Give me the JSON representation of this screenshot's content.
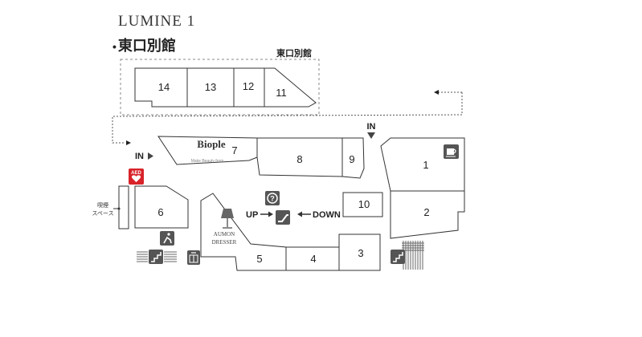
{
  "floor": {
    "title": "LUMINE 1"
  },
  "section": {
    "title": "東口別館",
    "bullet": "•"
  },
  "annex": {
    "label": "東口別館"
  },
  "units": {
    "u1": "1",
    "u2": "2",
    "u3": "3",
    "u4": "4",
    "u5": "5",
    "u6": "6",
    "u7": "7",
    "u8": "8",
    "u9": "9",
    "u10": "10",
    "u11": "11",
    "u12": "12",
    "u13": "13",
    "u14": "14"
  },
  "entrances": {
    "top": "IN",
    "left": "IN"
  },
  "escalator": {
    "up": "UP",
    "down": "DOWN"
  },
  "aed": {
    "label": "AED"
  },
  "smoking": {
    "line1": "喫煙",
    "line2": "スペース"
  },
  "logos": {
    "biople": "Biople",
    "biople_sub": "Make Beauty from",
    "aumon_line1": "AUMON",
    "aumon_line2": "DRESSER"
  },
  "icons": {
    "cafe": "cafe-icon",
    "info": "info-icon",
    "escalator": "escalator-icon",
    "elevator": "elevator-icon",
    "stairs": "stairs-icon",
    "aed": "aed-icon",
    "lamp": "lamp-icon"
  },
  "colors": {
    "aed": "#d8232a",
    "icon": "#555555",
    "wall": "#333333"
  }
}
